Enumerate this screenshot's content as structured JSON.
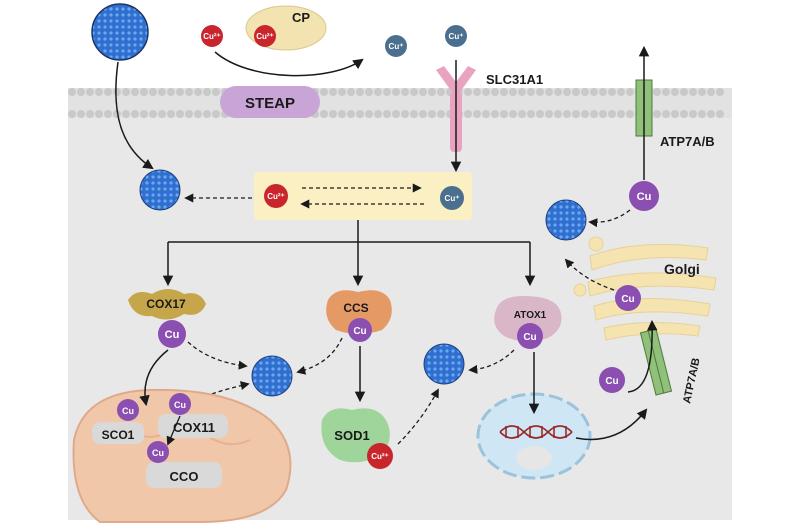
{
  "labels": {
    "cp": "CP",
    "steap": "STEAP",
    "slc31a1": "SLC31A1",
    "atp7ab_top": "ATP7A/B",
    "atp7ab_side": "ATP7A/B",
    "golgi": "Golgi",
    "cox17": "COX17",
    "ccs": "CCS",
    "atox1": "ATOX1",
    "sod1": "SOD1",
    "sco1": "SCO1",
    "cox11": "COX11",
    "cco": "CCO"
  },
  "ions": {
    "cu2": "Cu²⁺",
    "cu1": "Cu⁺",
    "cu": "Cu"
  },
  "colors": {
    "cu2_red": "#c8252d",
    "cu1_blue": "#4b6f8e",
    "cu_purple": "#8a4fb0",
    "nanoparticle_blue": "#2f6fd0",
    "membrane_head": "#c9c9c9",
    "cell_interior": "#e8e8e8",
    "steap_purple": "#c9a4d6",
    "slc31a1_pink": "#e9a3c1",
    "atp7ab_green": "#8fc17a",
    "exchange_box": "#fbefc4",
    "cp_beige": "#f3e3b0",
    "cox17_gold": "#c6a64a",
    "ccs_orange": "#e59a66",
    "atox1_pink": "#d9b7c9",
    "sod1_green": "#9fd49a",
    "mito_orange": "#f0c7a8",
    "golgi_yellow": "#f5e4b0",
    "nucleus_blue": "#cfe6f5"
  }
}
